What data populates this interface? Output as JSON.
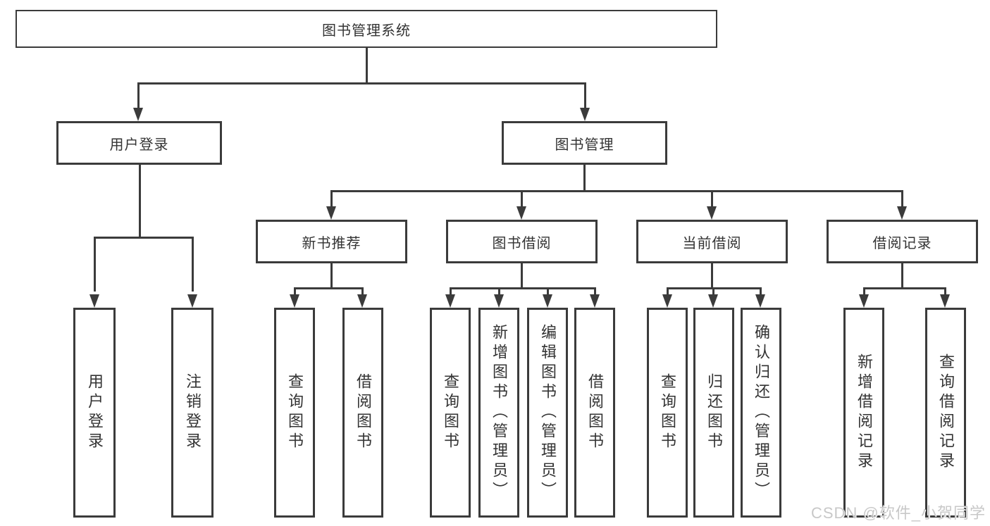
{
  "diagram": {
    "root": {
      "label": "图书管理系统"
    },
    "branches": [
      {
        "label": "用户登录",
        "children": [
          {
            "label": "用户登录"
          },
          {
            "label": "注销登录"
          }
        ]
      },
      {
        "label": "图书管理",
        "children": [
          {
            "label": "新书推荐",
            "children": [
              {
                "label": "查询图书"
              },
              {
                "label": "借阅图书"
              }
            ]
          },
          {
            "label": "图书借阅",
            "children": [
              {
                "label": "查询图书"
              },
              {
                "label": "新增图书（管理员）"
              },
              {
                "label": "编辑图书（管理员）"
              },
              {
                "label": "借阅图书"
              }
            ]
          },
          {
            "label": "当前借阅",
            "children": [
              {
                "label": "查询图书"
              },
              {
                "label": "归还图书"
              },
              {
                "label": "确认归还（管理员）"
              }
            ]
          },
          {
            "label": "借阅记录",
            "children": [
              {
                "label": "新增借阅记录"
              },
              {
                "label": "查询借阅记录"
              }
            ]
          }
        ]
      }
    ]
  },
  "watermark": "CSDN @软件_小贺同学",
  "colors": {
    "line": "#3b3b3b",
    "text": "#333333",
    "watermark": "#c8c8c8",
    "background": "#ffffff"
  }
}
